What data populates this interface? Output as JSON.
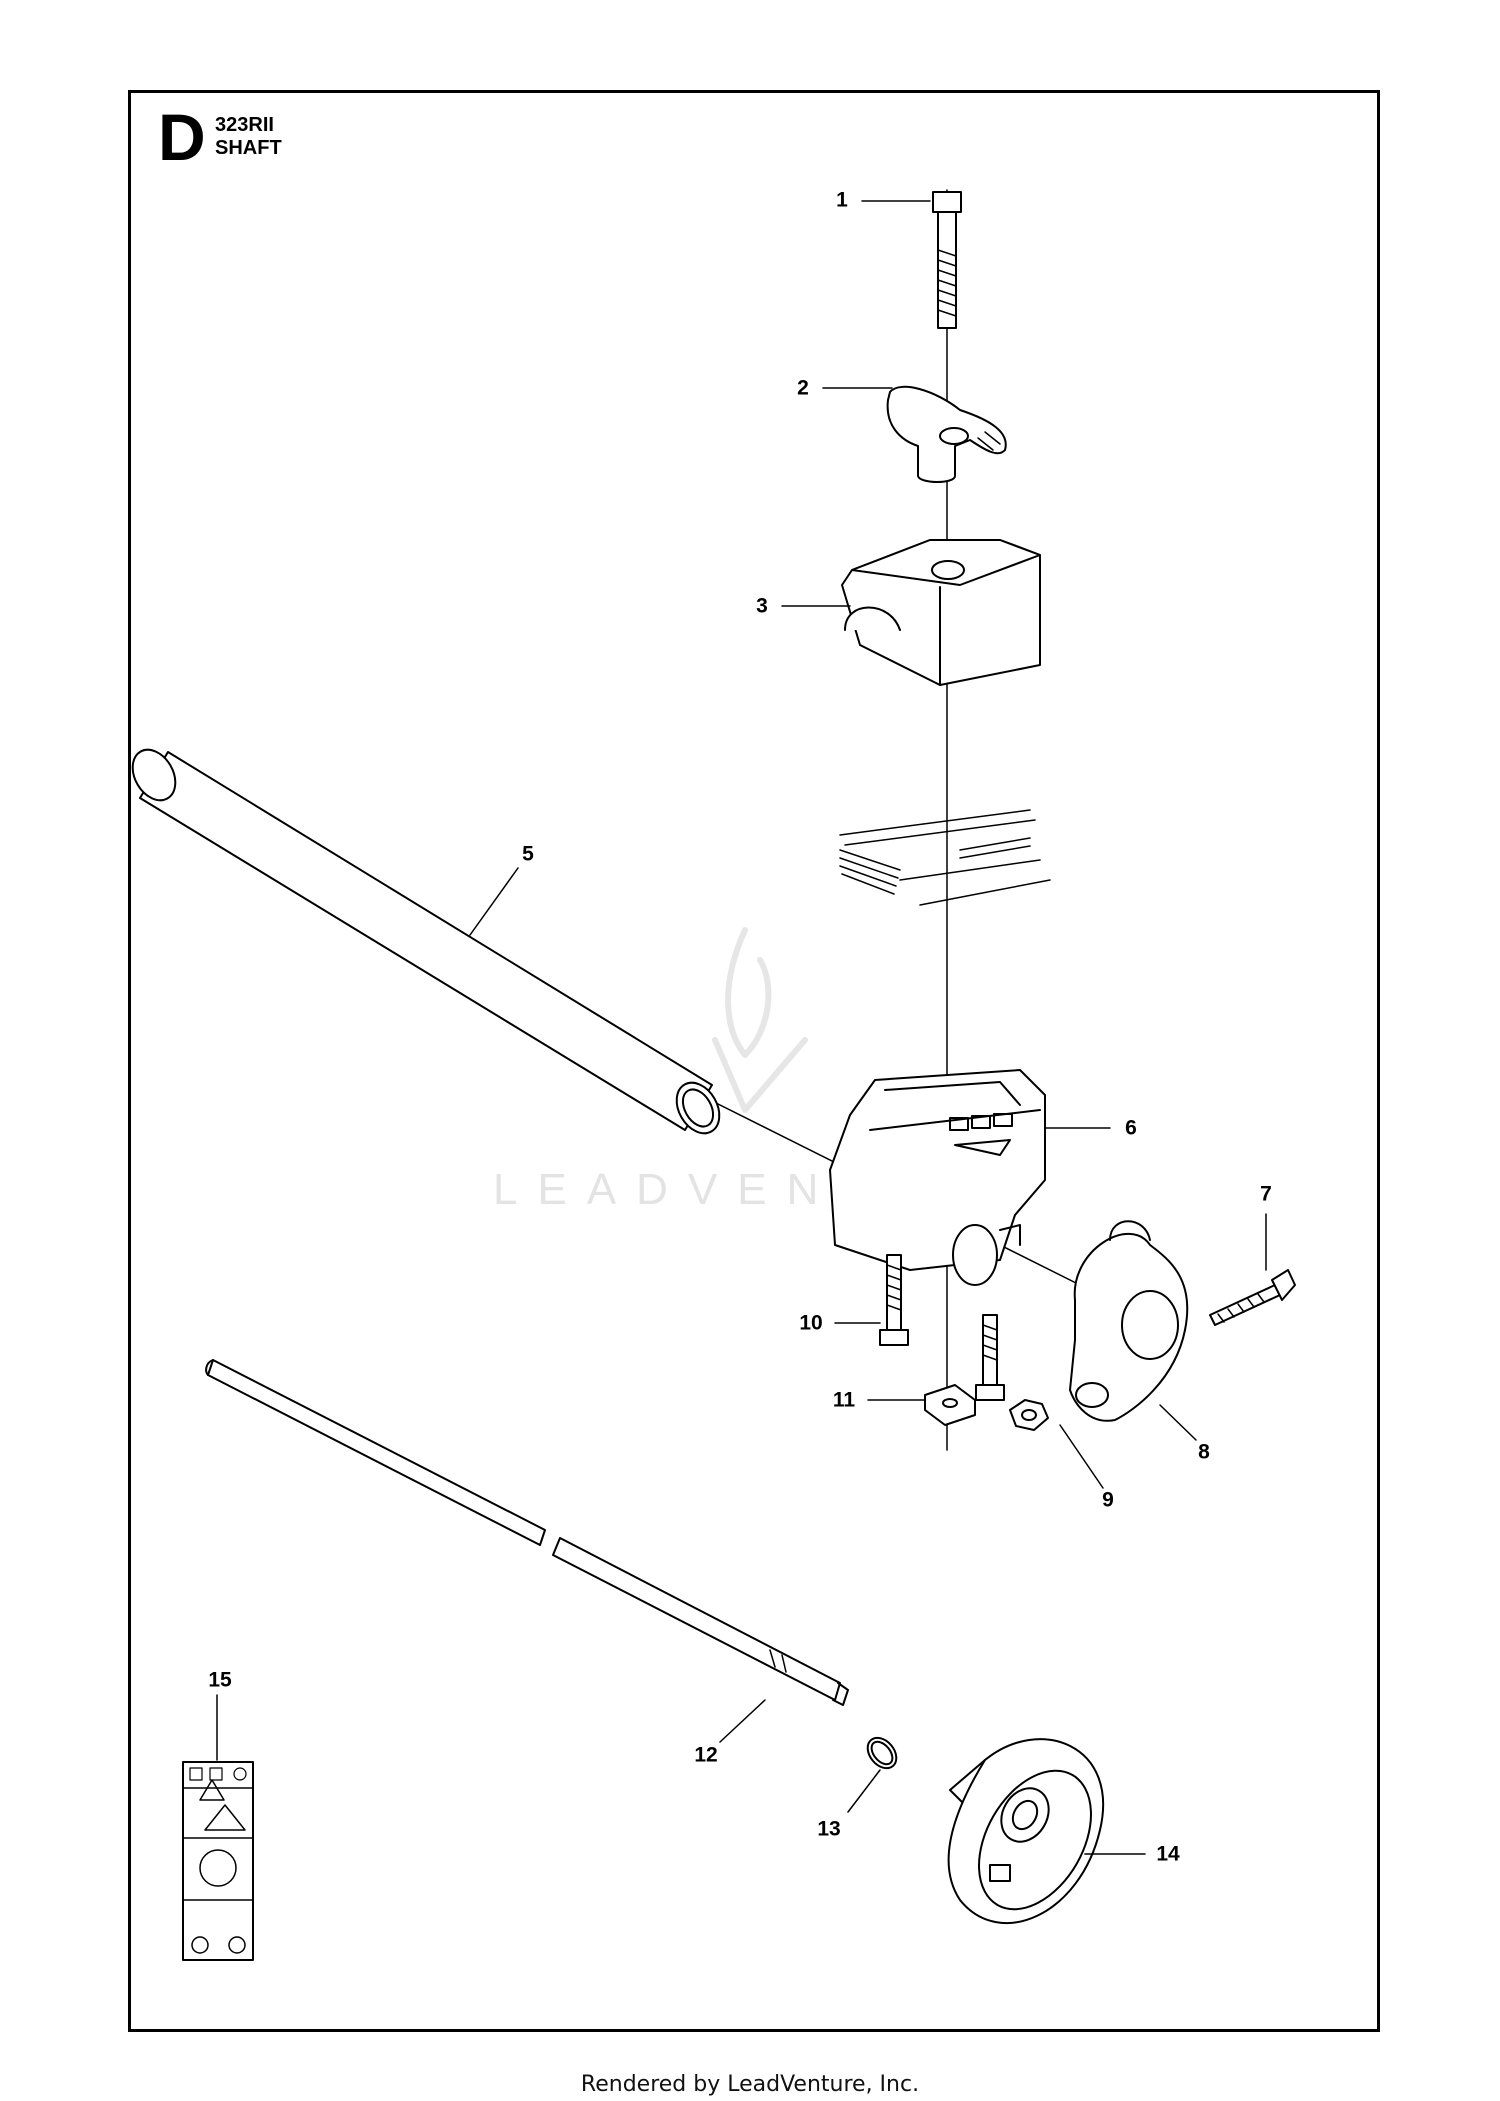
{
  "header": {
    "section_letter": "D",
    "model": "323RII",
    "title": "SHAFT"
  },
  "callouts": [
    {
      "id": "1",
      "label": "1"
    },
    {
      "id": "2",
      "label": "2"
    },
    {
      "id": "3",
      "label": "3"
    },
    {
      "id": "5",
      "label": "5"
    },
    {
      "id": "6",
      "label": "6"
    },
    {
      "id": "7",
      "label": "7"
    },
    {
      "id": "8",
      "label": "8"
    },
    {
      "id": "9",
      "label": "9"
    },
    {
      "id": "10",
      "label": "10"
    },
    {
      "id": "11",
      "label": "11"
    },
    {
      "id": "12",
      "label": "12"
    },
    {
      "id": "13",
      "label": "13"
    },
    {
      "id": "14",
      "label": "14"
    },
    {
      "id": "15",
      "label": "15"
    }
  ],
  "watermark": "LEADVENTURE",
  "footer": "Rendered by LeadVenture, Inc."
}
